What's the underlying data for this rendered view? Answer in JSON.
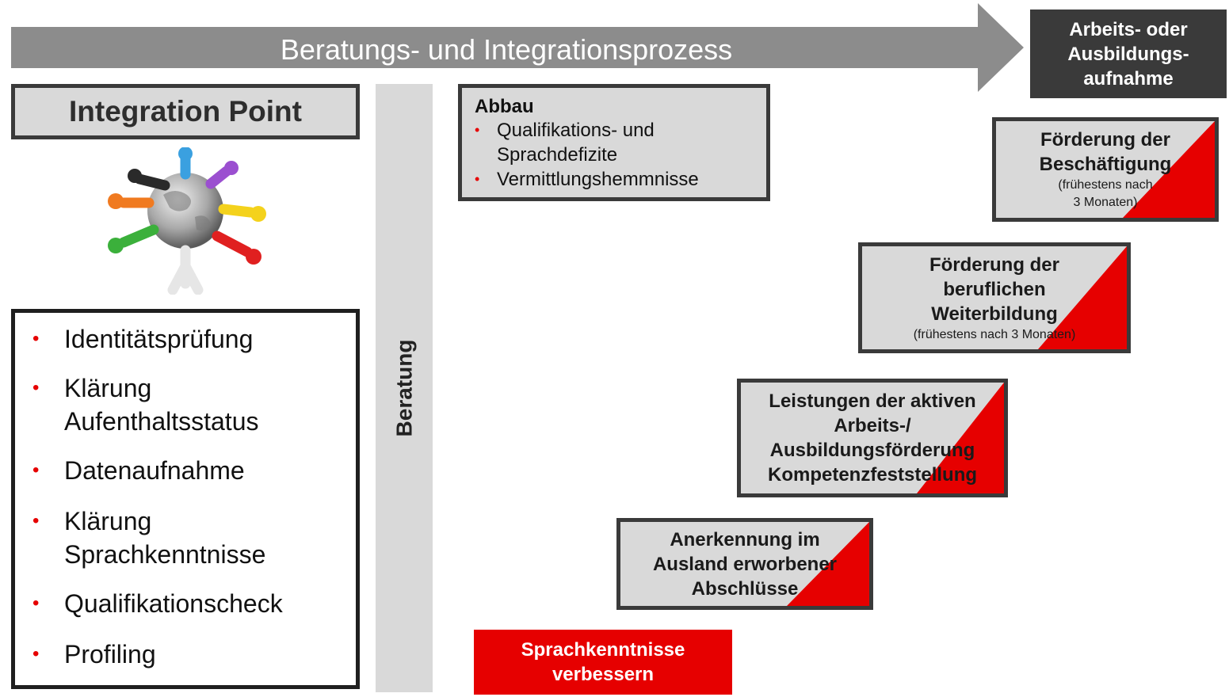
{
  "process_arrow": {
    "label": "Beratungs- und Integrationsprozess"
  },
  "end_box": {
    "lines": [
      "Arbeits- oder",
      "Ausbildungs-",
      "aufnahme"
    ]
  },
  "integration_point": {
    "title": "Integration Point",
    "items": [
      {
        "lines": [
          "Identitätsprüfung"
        ]
      },
      {
        "lines": [
          "Klärung",
          "Aufenthaltsstatus"
        ]
      },
      {
        "lines": [
          "Datenaufnahme"
        ]
      },
      {
        "lines": [
          "Klärung",
          "Sprachkenntnisse"
        ]
      },
      {
        "lines": [
          "Qualifikationscheck"
        ]
      },
      {
        "lines": [
          "Profiling"
        ]
      }
    ]
  },
  "beratung": {
    "label": "Beratung"
  },
  "abbau": {
    "title": "Abbau",
    "items": [
      {
        "lines": [
          "Qualifikations- und",
          "Sprachdefizite"
        ]
      },
      {
        "lines": [
          "Vermittlungshemmnisse"
        ]
      }
    ]
  },
  "steps": {
    "sprachkenntnisse": {
      "lines": [
        "Sprachkenntnisse",
        "verbessern"
      ]
    },
    "anerkennung": {
      "lines": [
        "Anerkennung im",
        "Ausland erworbener",
        "Abschlüsse"
      ]
    },
    "leistungen": {
      "lines": [
        "Leistungen der aktiven",
        "Arbeits-/",
        "Ausbildungsförderung",
        "Kompetenzfeststellung"
      ]
    },
    "weiterbildung": {
      "lines": [
        "Förderung der",
        "beruflichen",
        "Weiterbildung"
      ],
      "note": "(frühestens nach 3 Monaten)"
    },
    "beschaeftigung": {
      "lines": [
        "Förderung der",
        "Beschäftigung"
      ],
      "note_lines": [
        "(frühestens nach",
        "3 Monaten)"
      ]
    }
  },
  "colors": {
    "accent_red": "#e60000",
    "box_grey": "#d9d9d9",
    "border_dark": "#3a3a3a",
    "arrow_grey": "#8c8c8c"
  },
  "icons": {
    "globe": "globe-people-icon",
    "bullet": "bullet-dot-icon"
  }
}
